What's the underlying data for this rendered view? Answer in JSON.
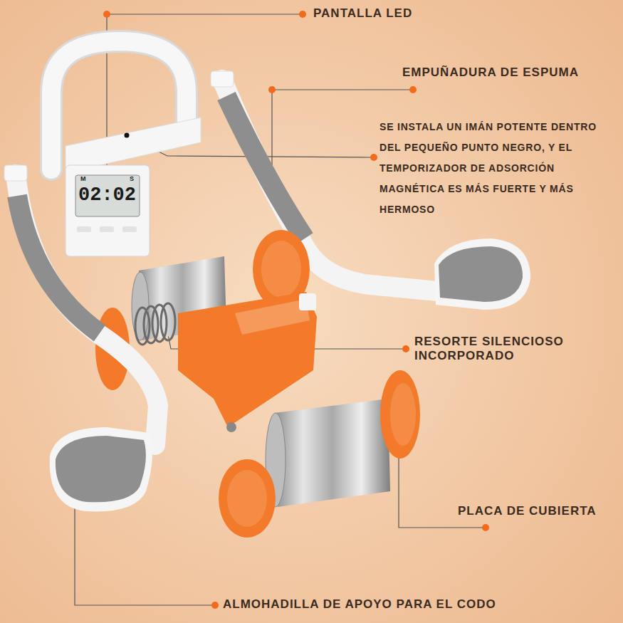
{
  "diagram": {
    "labels": [
      "PANTALLA LED",
      "EMPUÑADURA DE ESPUMA",
      "SE INSTALA UN IMÁN POTENTE DENTRO DEL PEQUEÑO PUNTO NEGRO, Y EL TEMPORIZADOR DE ADSORCIÓN MAGNÉTICA ES MÁS FUERTE Y MÁS HERMOSO",
      "M",
      "S",
      "02:02",
      "RESORTE SILENCIOSO INCORPORADO",
      "PLACA DE CUBIERTA",
      "ALMOHADILLA DE APOYO PARA EL CODO"
    ]
  }
}
